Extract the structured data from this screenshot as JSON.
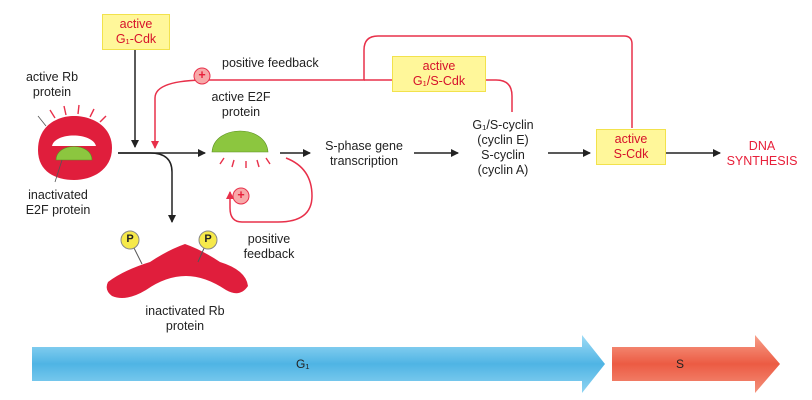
{
  "labels": {
    "active_rb": [
      "active Rb",
      "protein"
    ],
    "inactivated_e2f": [
      "inactivated",
      "E2F protein"
    ],
    "active_e2f": [
      "active E2F",
      "protein"
    ],
    "inactivated_rb": [
      "inactivated Rb",
      "protein"
    ],
    "positive_feedback_top": "positive feedback",
    "positive_feedback_bottom": [
      "positive",
      "feedback"
    ],
    "s_phase_transcription": [
      "S-phase gene",
      "transcription"
    ],
    "cyclins": [
      "G₁/S-cyclin",
      "(cyclin E)",
      "S-cyclin",
      "(cyclin A)"
    ],
    "dna_synthesis": [
      "DNA",
      "SYNTHESIS"
    ],
    "plus_sign": "+",
    "phospho": "P"
  },
  "boxes": {
    "g1_cdk": [
      "active",
      "G₁-Cdk"
    ],
    "g1s_cdk": [
      "active",
      "G₁/S-Cdk"
    ],
    "s_cdk": [
      "active",
      "S-Cdk"
    ]
  },
  "phases": {
    "g1": "G₁",
    "s": "S"
  },
  "colors": {
    "protein_red": "#e01e3c",
    "protein_green": "#8cc63f",
    "feedback_line": "#e8304a",
    "highlight_box": "#fff79a",
    "phase_g1": "#6ec6ec",
    "phase_s": "#f07058",
    "phospho_yellow": "#f6e94a"
  }
}
